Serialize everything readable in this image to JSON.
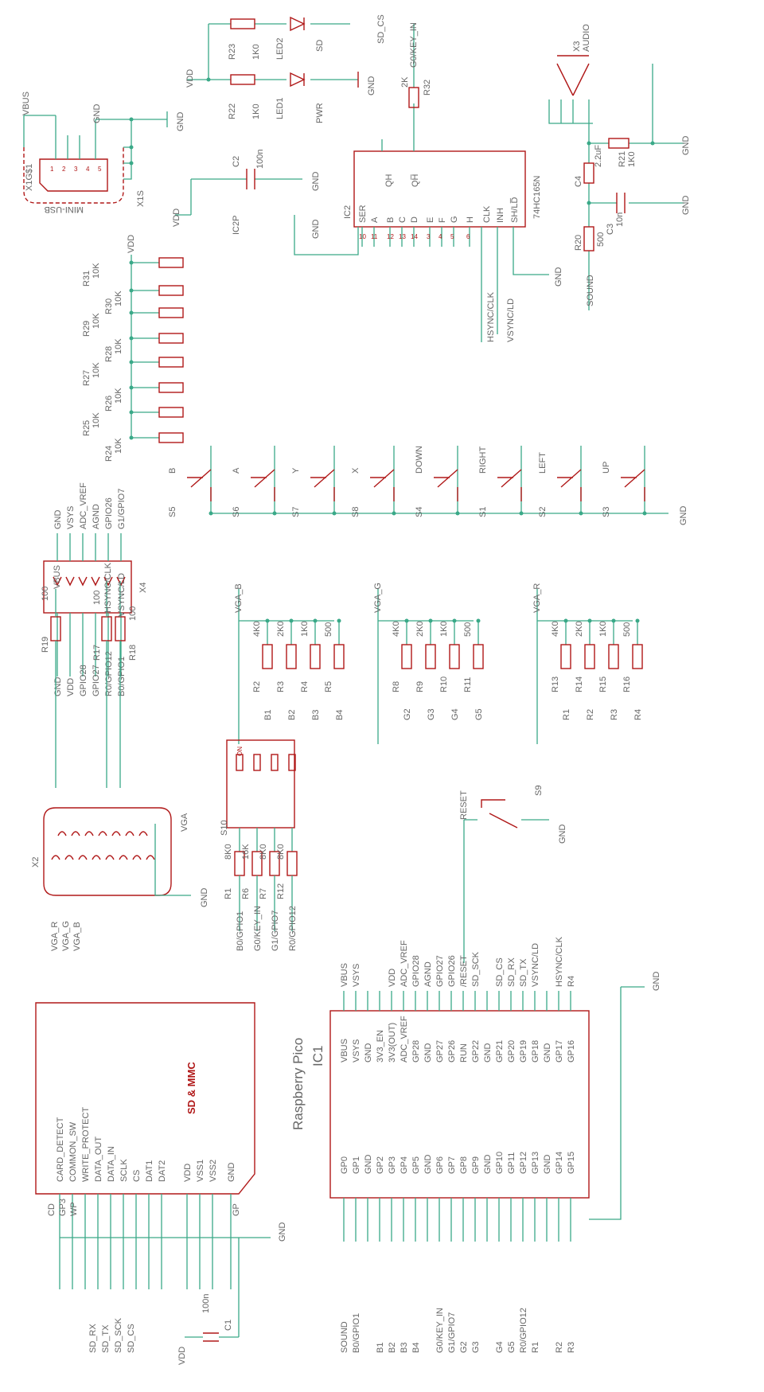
{
  "usb": {
    "name": "X1G$1",
    "shield": "X1S",
    "type": "MINI-USB",
    "vbus": "VBUS",
    "gnd": "GND"
  },
  "sd_leds": {
    "net_cs": "SD_CS",
    "net_vdd": "VDD",
    "r23": "R23",
    "r23v": "1K0",
    "led2": "LED2",
    "lbl_sd": "SD",
    "r22": "R22",
    "r22v": "1K0",
    "led1": "LED1",
    "lbl_pwr": "PWR",
    "gnd": "GND"
  },
  "audio": {
    "x3": "X3",
    "x3v": "AUDIO",
    "r21": "R21",
    "r21v": "1K0",
    "c4": "C4",
    "c4v": "2.2uF",
    "c3": "C3",
    "c3v": "10n",
    "r20": "R20",
    "r20v": "500",
    "sound": "SOUND",
    "gnd": "GND"
  },
  "ic2": {
    "name": "IC2",
    "part": "74HC165N",
    "power": "IC2P",
    "c2": "C2",
    "c2v": "100n",
    "r32": "R32",
    "r32v": "2K",
    "net_key": "G0/KEY_IN",
    "vdd": "VDD",
    "gnd": "GND",
    "pins_left": [
      "SER",
      "A",
      "B",
      "C",
      "D",
      "E",
      "F",
      "G",
      "H"
    ],
    "qh": "QH",
    "qhn": "QH̅",
    "clk": "CLK",
    "inh": "INH",
    "shld": "SH/LD̅",
    "hsync": "HSYNC/CLK",
    "vsync": "VSYNC/LD"
  },
  "pullups": [
    {
      "r": "R31",
      "v": "10K"
    },
    {
      "r": "R30",
      "v": "10K"
    },
    {
      "r": "R29",
      "v": "10K"
    },
    {
      "r": "R28",
      "v": "10K"
    },
    {
      "r": "R27",
      "v": "10K"
    },
    {
      "r": "R26",
      "v": "10K"
    },
    {
      "r": "R25",
      "v": "10K"
    },
    {
      "r": "R24",
      "v": "10K"
    }
  ],
  "buttons": [
    {
      "s": "S5",
      "l": "B"
    },
    {
      "s": "S6",
      "l": "A"
    },
    {
      "s": "S7",
      "l": "Y"
    },
    {
      "s": "S8",
      "l": "X"
    },
    {
      "s": "S4",
      "l": "DOWN"
    },
    {
      "s": "S1",
      "l": "RIGHT"
    },
    {
      "s": "S2",
      "l": "LEFT"
    },
    {
      "s": "S3",
      "l": "UP"
    }
  ],
  "x4": {
    "name": "X4",
    "left": [
      "GND",
      "VDD",
      "GPIO28",
      "GPIO27",
      "R0/GPIO12",
      "B0/GPIO1"
    ],
    "right": [
      "GND",
      "VSYS",
      "ADC_VREF",
      "AGND",
      "GPIO26",
      "G1/GPIO7"
    ]
  },
  "dac": {
    "b": {
      "net": "VGA_B",
      "r": [
        "R2",
        "R3",
        "R4",
        "R5"
      ],
      "v": [
        "4K0",
        "2K0",
        "1K0",
        "500"
      ],
      "s": [
        "B1",
        "B2",
        "B3",
        "B4"
      ]
    },
    "g": {
      "net": "VGA_G",
      "r": [
        "R8",
        "R9",
        "R10",
        "R11"
      ],
      "v": [
        "4K0",
        "2K0",
        "1K0",
        "500"
      ],
      "s": [
        "G2",
        "G3",
        "G4",
        "G5"
      ]
    },
    "r": {
      "net": "VGA_R",
      "r": [
        "R13",
        "R14",
        "R15",
        "R16"
      ],
      "v": [
        "4K0",
        "2K0",
        "1K0",
        "500"
      ],
      "s": [
        "R1",
        "R2",
        "R3",
        "R4"
      ]
    }
  },
  "vga": {
    "x2": "X2",
    "lbl": "VGA",
    "r19": "R19",
    "r19v": "100",
    "r17": "R17",
    "r17v": "100",
    "r18": "R18",
    "r18v": "100",
    "vbus": "VBUS",
    "hsync": "HSYNC/CLK",
    "vsync": "VSYNC/LD",
    "nets": [
      "VGA_R",
      "VGA_G",
      "VGA_B"
    ],
    "gnd": "GND"
  },
  "s10": {
    "name": "S10",
    "on": "ON",
    "res": [
      {
        "r": "R1",
        "v": "8K0",
        "n": "B0/GPIO1"
      },
      {
        "r": "R6",
        "v": "16K",
        "n": "G0/KEY_IN"
      },
      {
        "r": "R7",
        "v": "8K0",
        "n": "G1/GPIO7"
      },
      {
        "r": "R12",
        "v": "8K0",
        "n": "R0/GPIO12"
      }
    ]
  },
  "reset": {
    "net": "RESET",
    "s9": "S9",
    "gnd": "GND"
  },
  "sd": {
    "title": "SD & MMC",
    "pins": [
      "CARD_DETECT",
      "COMMON_SW",
      "WRITE_PROTECT",
      "DATA_OUT",
      "DATA_IN",
      "SCLK",
      "CS",
      "DAT1",
      "DAT2",
      "VDD",
      "VSS1",
      "VSS2",
      "GND"
    ],
    "cd": "CD",
    "gp3": "GP3",
    "wp": "WP",
    "gp": "GP",
    "nets": [
      "SD_RX",
      "SD_TX",
      "SD_SCK",
      "SD_CS"
    ],
    "c1": "C1",
    "c1v": "100n",
    "vdd": "VDD",
    "gnd": "GND"
  },
  "pico": {
    "name": "IC1",
    "title": "Raspberry Pico",
    "top": [
      "VBUS",
      "VSYS",
      "GND",
      "3V3_EN",
      "3V3(OUT)",
      "ADC_VREF",
      "GP28",
      "GND",
      "GP27",
      "GP26",
      "RUN",
      "GP22",
      "GND",
      "GP21",
      "GP20",
      "GP19",
      "GP18",
      "GND",
      "GP17",
      "GP16"
    ],
    "top_nets": [
      "VBUS",
      "VSYS",
      "",
      "",
      "VDD",
      "ADC_VREF",
      "GPIO28",
      "AGND",
      "GPIO27",
      "GPIO26",
      "/RESET",
      "SD_SCK",
      "",
      "SD_CS",
      "SD_RX",
      "SD_TX",
      "VSYNC/LD",
      "",
      "HSYNC/CLK",
      "R4"
    ],
    "bot": [
      "GP0",
      "GP1",
      "GND",
      "GP2",
      "GP3",
      "GP4",
      "GP5",
      "GND",
      "GP6",
      "GP7",
      "GP8",
      "GP9",
      "GND",
      "GP10",
      "GP11",
      "GP12",
      "GP13",
      "GND",
      "GP14",
      "GP15"
    ],
    "bot_nets": [
      "SOUND",
      "B0/GPIO1",
      "",
      "B1",
      "B2",
      "B3",
      "B4",
      "",
      "G0/KEY_IN",
      "G1/GPIO7",
      "G2",
      "G3",
      "",
      "G4",
      "G5",
      "R0/GPIO12",
      "R1",
      "",
      "R2",
      "R3"
    ],
    "gnd": "GND"
  }
}
